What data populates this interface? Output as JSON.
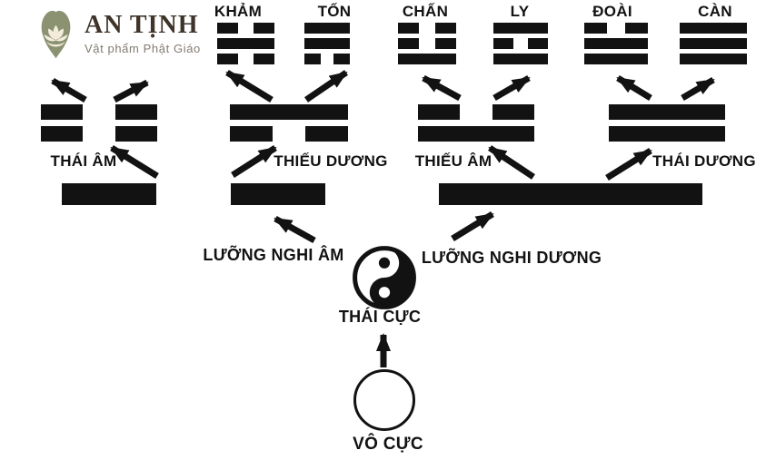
{
  "logo": {
    "title": "AN TỊNH",
    "subtitle": "Vật phẩm Phật Giáo",
    "icon": "bodhi-leaf-with-lotus",
    "colors": {
      "leaf": "#8a9272",
      "lotus": "#f3ecda",
      "title": "#3f342a",
      "subtitle": "#837b72"
    }
  },
  "diagram": {
    "ink_color": "#121212",
    "background": "#ffffff",
    "trigrams": [
      {
        "name": "KHẢM",
        "lines": [
          "broken",
          "solid",
          "broken"
        ]
      },
      {
        "name": "TỐN",
        "lines": [
          "solid",
          "solid",
          "broken"
        ]
      },
      {
        "name": "CHẤN",
        "lines": [
          "broken",
          "broken",
          "solid"
        ]
      },
      {
        "name": "LY",
        "lines": [
          "solid",
          "broken",
          "solid"
        ]
      },
      {
        "name": "ĐOÀI",
        "lines": [
          "broken",
          "solid",
          "solid"
        ]
      },
      {
        "name": "CÀN",
        "lines": [
          "solid",
          "solid",
          "solid"
        ]
      }
    ],
    "four_symbols": [
      {
        "name": "THÁI ÂM",
        "lines": [
          "broken",
          "broken"
        ]
      },
      {
        "name": "THIẾU DƯƠNG",
        "lines": [
          "solid",
          "broken"
        ]
      },
      {
        "name": "THIẾU ÂM",
        "lines": [
          "broken",
          "solid"
        ]
      },
      {
        "name": "THÁI DƯƠNG",
        "lines": [
          "solid",
          "solid"
        ]
      }
    ],
    "two_forms": [
      {
        "name": "LƯỠNG NGHI ÂM",
        "lines": [
          "broken"
        ]
      },
      {
        "name": "LƯỠNG NGHI DƯƠNG",
        "lines": [
          "solid"
        ]
      }
    ],
    "taiji": {
      "label": "THÁI CỰC",
      "symbol": "yin-yang"
    },
    "wuji": {
      "label": "VÔ CỰC",
      "symbol": "empty-circle"
    }
  }
}
